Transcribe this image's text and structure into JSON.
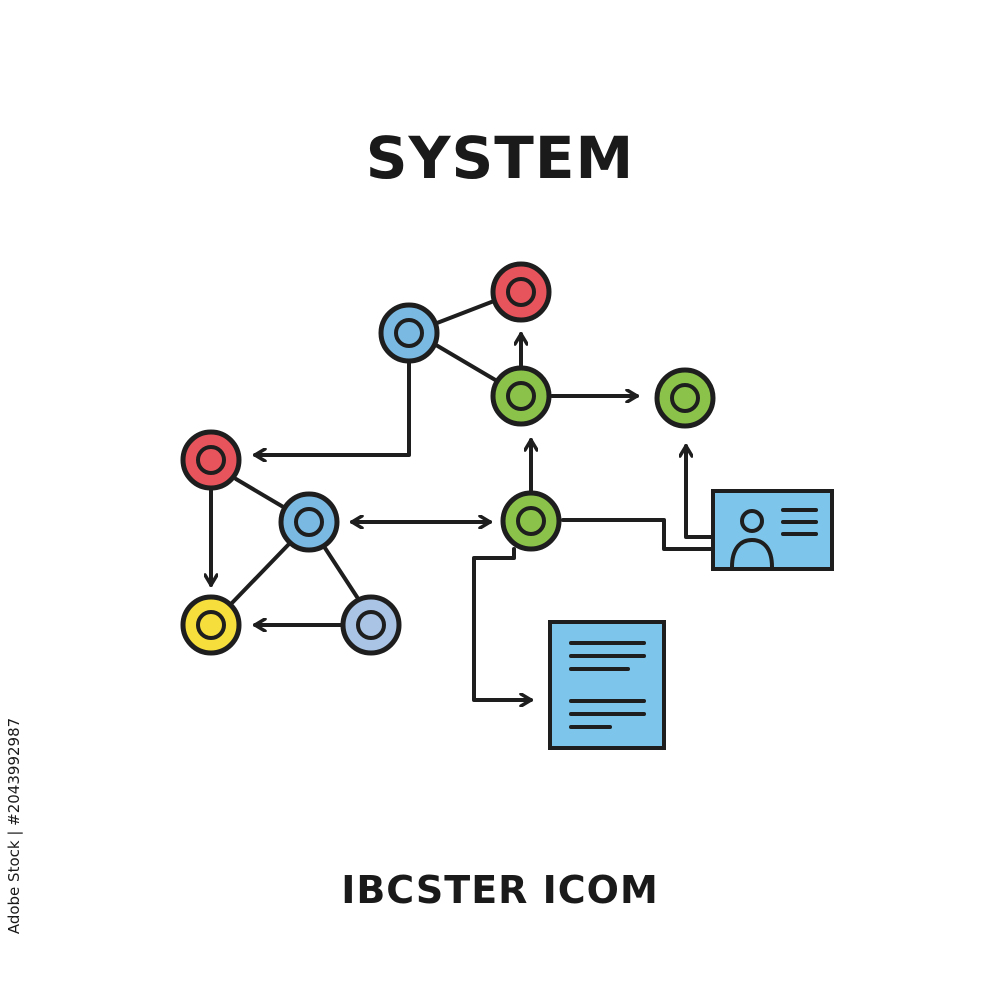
{
  "title": "SYSTEM",
  "caption": "IBCSTER ICOM",
  "stock_id": "Adobe Stock | #2043992987",
  "colors": {
    "stroke": "#1e1e1e",
    "red": "#e8545c",
    "blue": "#7ab9e2",
    "green": "#8bc34a",
    "yellow": "#f6de3d",
    "light_blue": "#a9c4e4",
    "card": "#7dc5ea"
  }
}
